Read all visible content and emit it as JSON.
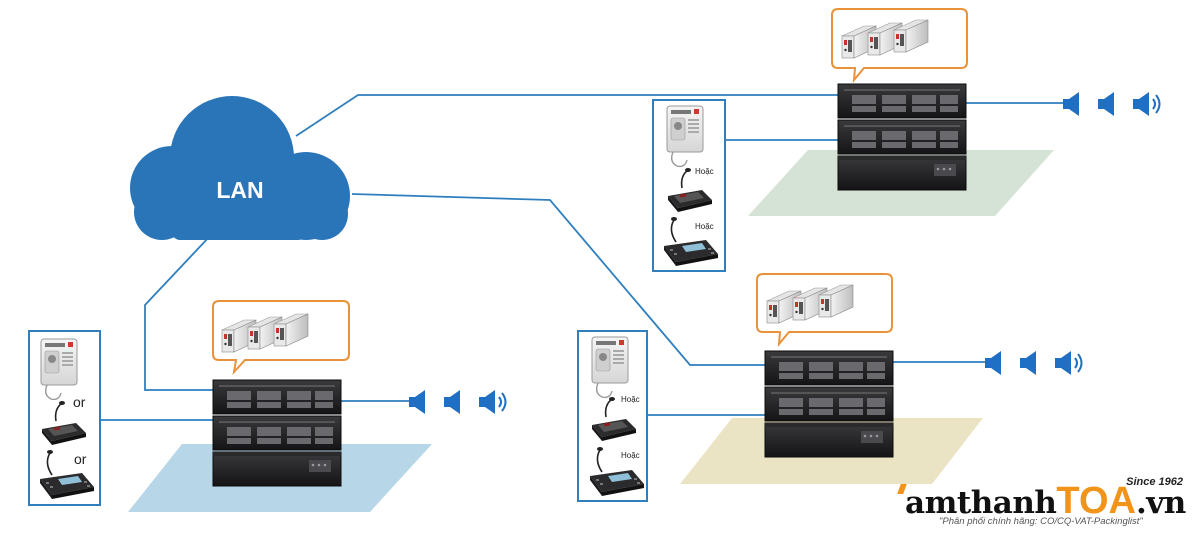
{
  "cloud": {
    "label": "LAN"
  },
  "sites": {
    "bottom_left": {
      "label_1": "or",
      "label_2": "or"
    },
    "top_right": {
      "label_1": "Hoặc",
      "label_2": "Hoặc"
    },
    "bottom_right": {
      "label_1": "Hoặc",
      "label_2": "Hoặc"
    }
  },
  "brand": {
    "name_part1": "amthanh",
    "name_part2": "TOA",
    "name_part3": ".vn",
    "since": "Since 1962",
    "tagline": "\"Phân phối chính hãng: CO/CQ-VAT-Packinglist\""
  },
  "colors": {
    "cloud": "#2a74b8",
    "network_line": "#2f7fbf",
    "callout_border": "#e8923a",
    "speaker": "#1f6fc4",
    "floor_bottom_left": "#b7d6e8",
    "floor_top_right": "#d5e2d6",
    "floor_bottom_right": "#ebe4c4",
    "brand_accent": "#f29419"
  },
  "icons": [
    "cloud-icon",
    "speaker-icon",
    "amplifier-rack-icon",
    "amplifier-module-icon",
    "emergency-panel-icon",
    "desk-microphone-icon",
    "paging-console-icon"
  ]
}
